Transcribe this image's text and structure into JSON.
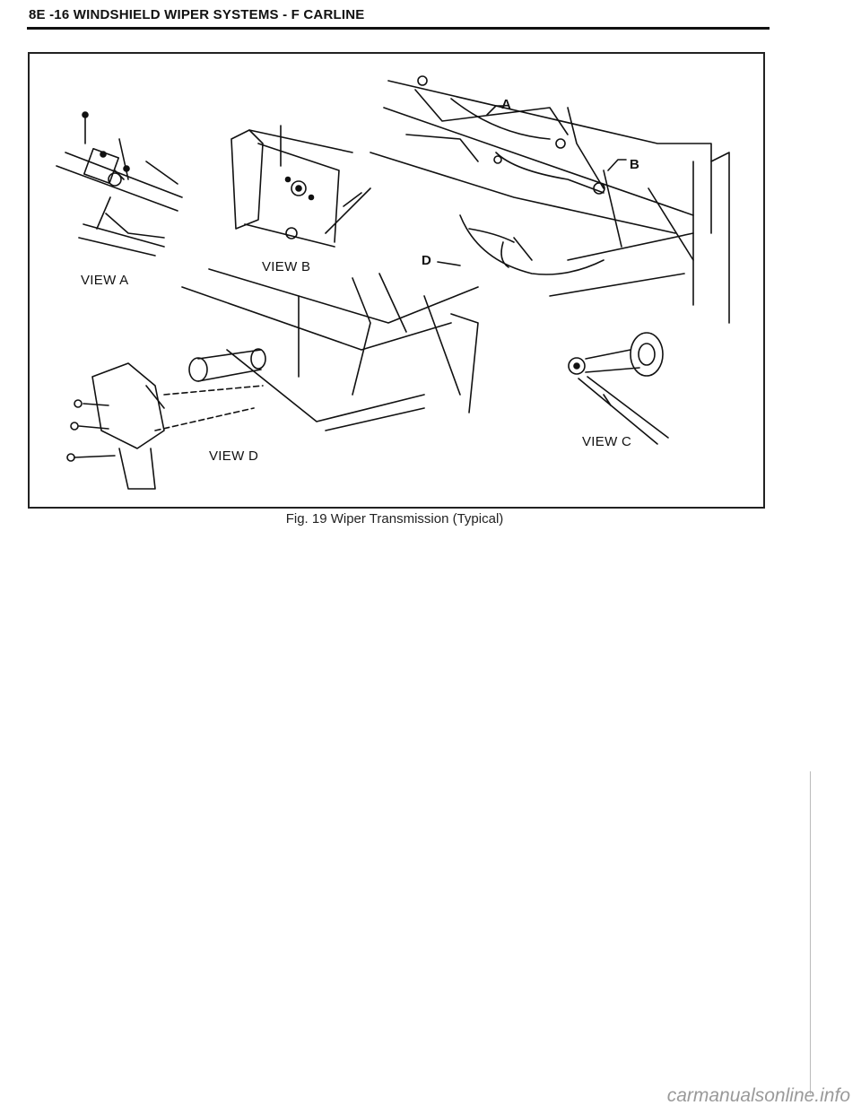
{
  "header": {
    "title": "8E -16  WINDSHIELD WIPER SYSTEMS - F CARLINE"
  },
  "figure": {
    "views": {
      "a": "VIEW A",
      "b": "VIEW B",
      "c": "VIEW C",
      "d": "VIEW D"
    },
    "callouts": {
      "a": "A",
      "b": "B",
      "d": "D"
    },
    "caption": "Fig. 19 Wiper Transmission (Typical)"
  },
  "watermark": "carmanualsonline.info"
}
